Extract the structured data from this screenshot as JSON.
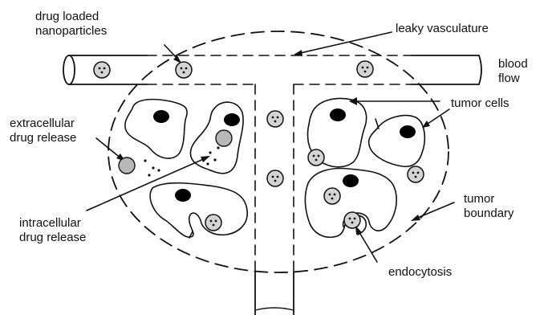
{
  "labels": {
    "drug_loaded_nanoparticles": [
      "drug loaded",
      "nanoparticles"
    ],
    "leaky_vasculature": "leaky vasculature",
    "blood_flow": [
      "blood",
      "flow"
    ],
    "extracellular_drug_release": [
      "extracellular",
      "drug release"
    ],
    "tumor_cells": "tumor cells",
    "intracellular_drug_release": [
      "intracellular",
      "drug release"
    ],
    "tumor_boundary": [
      "tumor",
      "boundary"
    ],
    "endocytosis": "endocytosis"
  },
  "colors": {
    "line": "#111111",
    "nanoparticle_fill": "#d4d4d4",
    "released_drug_fill": "#b8b8b8",
    "nucleus_fill": "#000000",
    "background": "#ffffff"
  }
}
